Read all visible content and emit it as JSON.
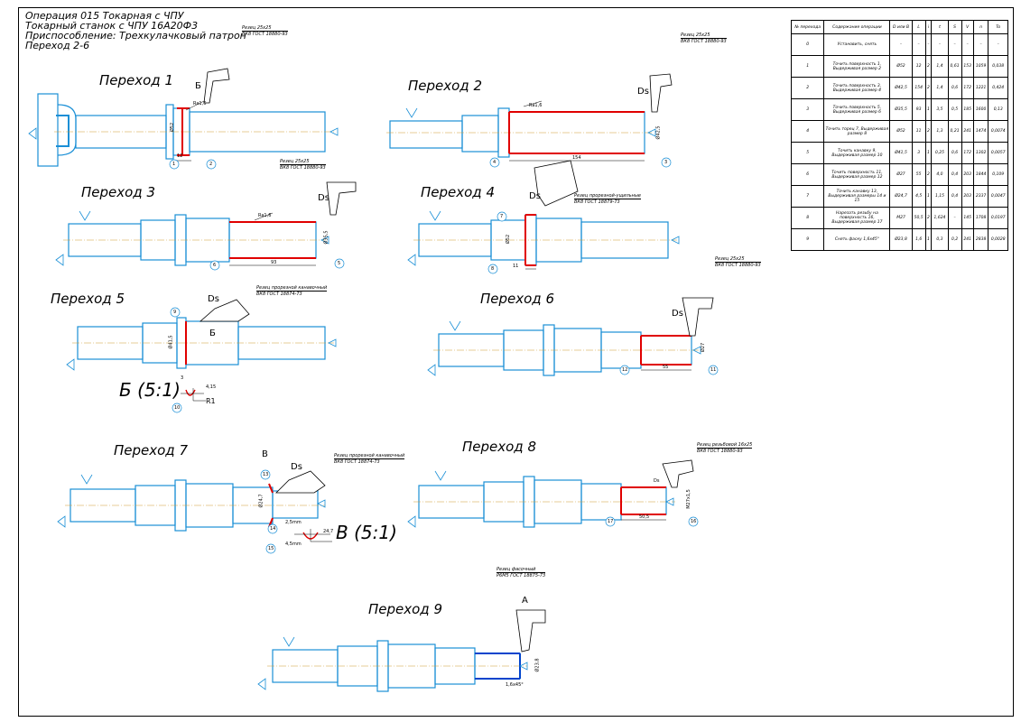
{
  "header": {
    "line1": "Операция 015 Токарная с ЧПУ",
    "line2": "Токарный станок с ЧПУ 16А20Ф3",
    "line3": "Приспособление: Трехкулачковый патрон",
    "line4": "Переход 2-6"
  },
  "steps": {
    "s1": "Переход 1",
    "s2": "Переход 2",
    "s3": "Переход 3",
    "s4": "Переход 4",
    "s5": "Переход 5",
    "s6": "Переход 6",
    "s7": "Переход 7",
    "s8": "Переход 8",
    "s9": "Переход 9"
  },
  "tools": {
    "t1": [
      "Резец 25х25",
      "ВК8 ГОСТ 18880-93"
    ],
    "t2": [
      "Резец 25х25",
      "ВК8 ГОСТ 18880-93"
    ],
    "t3": [
      "Резец 25х25",
      "ВК8 ГОСТ 18880-93"
    ],
    "t4": [
      "Резец прорезной-ущильные",
      "ВК8 ГОСТ 18879-73"
    ],
    "t5": [
      "Резец прорезной канавочный",
      "ВК8 ГОСТ 18874-73"
    ],
    "t6": [
      "Резец 25х25",
      "ВК8 ГОСТ 18880-93"
    ],
    "t7": [
      "Резец прорезной канавочный",
      "ВК8 ГОСТ 18874-73"
    ],
    "t8": [
      "Резец резьбовой 16х25",
      "ВК8 ГОСТ 18880-93"
    ],
    "t9": [
      "Резец фасочный",
      "Р6М5 ГОСТ 18875-73"
    ]
  },
  "details": {
    "b_section": "Б (5:1)",
    "v_section": "В (5:1)",
    "b_mark": "Б",
    "v_mark": "В",
    "a_mark": "А",
    "ds": "Ds",
    "r1": "R1",
    "d415": "4,15",
    "d3": "3",
    "d25": "2,5mm",
    "d45": "4,5mm",
    "d247": "24,7"
  },
  "dims": {
    "p1_d": "Ø52",
    "p1_l": "12",
    "p2_d": "Ø42,5",
    "p2_l": "154",
    "p3_d": "Ø35,5",
    "p3_l": "93",
    "p4_d": "Ø52",
    "p4_l": "11",
    "p5_d": "Ø41,5",
    "p6_d": "Ø27",
    "p6_l": "55",
    "p7_d": "Ø24,7",
    "p8_d": "М27х1,5",
    "p8_l": "50,5",
    "p9_d": "Ø23,8",
    "p9_ch": "1,6х45°",
    "ra": "Ra1,6",
    "ra2": "Ra1,6",
    "ra3": "Ra1,6"
  },
  "callouts": {
    "c1": "1",
    "c2": "2",
    "c3": "3",
    "c4": "4",
    "c5": "5",
    "c6": "6",
    "c7": "7",
    "c8": "8",
    "c9": "9",
    "c10": "10",
    "c11": "11",
    "c12": "12",
    "c13": "13",
    "c14": "14",
    "c15": "15",
    "c16": "16",
    "c17": "17"
  },
  "table": {
    "headers": [
      "№ перехода",
      "Содержание операции",
      "D или B",
      "L",
      "i",
      "t",
      "S",
      "V",
      "n",
      "To"
    ],
    "rows": [
      [
        "0",
        "Установить, снять",
        "–",
        "–",
        "–",
        "–",
        "–",
        "–",
        "–",
        "–"
      ],
      [
        "1",
        "Точить поверхность 1, Выдерживая размер 2",
        "Ø52",
        "12",
        "2",
        "1,4",
        "0,61",
        "153",
        "1059",
        "0,038"
      ],
      [
        "2",
        "Точить поверхность 3, Выдерживая размер 4",
        "Ø42,5",
        "154",
        "2",
        "1,4",
        "0,6",
        "172",
        "1221",
        "0,424"
      ],
      [
        "3",
        "Точить поверхность 5, Выдерживая размер 6",
        "Ø35,5",
        "93",
        "1",
        "3,5",
        "0,5",
        "185",
        "1600",
        "0,13"
      ],
      [
        "4",
        "Точить торец 7, Выдерживая размер 8",
        "Ø52",
        "11",
        "2",
        "1,3",
        "0,21",
        "241",
        "1474",
        "0,0074"
      ],
      [
        "5",
        "Точить канавку 9, Выдерживая размер 10",
        "Ø41,5",
        "3",
        "1",
        "0,25",
        "0,6",
        "172",
        "1302",
        "0,0057"
      ],
      [
        "6",
        "Точить поверхность 11, Выдерживая размер 12",
        "Ø27",
        "55",
        "2",
        "4,0",
        "0,4",
        "203",
        "1844",
        "0,109"
      ],
      [
        "7",
        "Точить канавку 13, Выдерживая размеры 14 и 15",
        "Ø24,7",
        "4,5",
        "1",
        "1,15",
        "0,4",
        "203",
        "2337",
        "0,0047"
      ],
      [
        "8",
        "Нарезать резьбу на поверхность 16, Выдерживая размер 17",
        "М27",
        "50,5",
        "2",
        "1,624",
        "–",
        "145",
        "1708",
        "0,0197"
      ],
      [
        "9",
        "Снять фаску 1,6х45°",
        "Ø23,8",
        "1,6",
        "1",
        "0,3",
        "0,2",
        "241",
        "2838",
        "0,0028"
      ]
    ]
  },
  "colors": {
    "part": "#1a8fd6",
    "cut": "#e00000",
    "ink": "#000000"
  }
}
